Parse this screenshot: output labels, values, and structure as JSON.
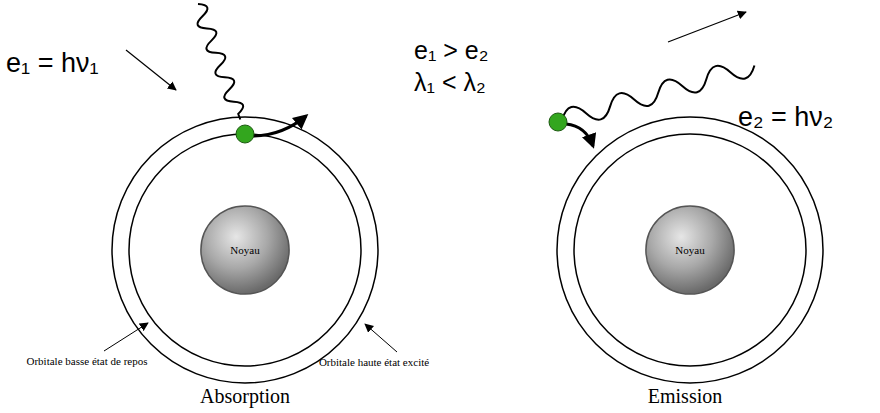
{
  "diagram": {
    "nodes": [
      {
        "text": [
          "Noyau"
        ]
      },
      {
        "text": [
          "Noyau"
        ]
      }
    ],
    "labels": [
      "e₁ = hν₁",
      "e₁ > e₂",
      "λ₁ < λ₂",
      "e₂ = hν₂",
      "Orbitale basse état de repos",
      "Orbitale haute état excité",
      "Absorption",
      "Emission"
    ]
  }
}
